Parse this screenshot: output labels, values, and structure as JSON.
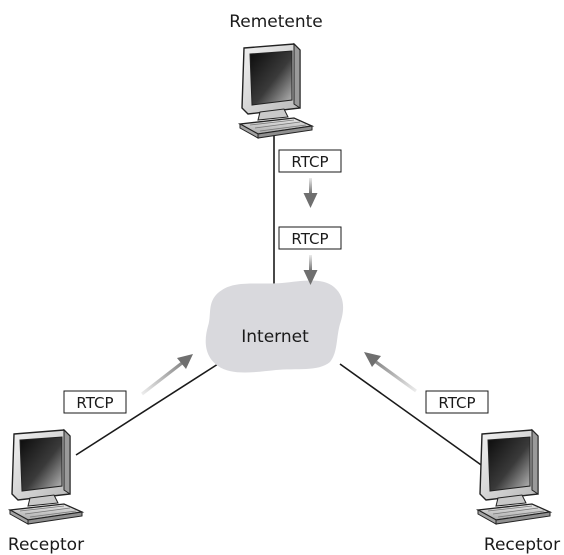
{
  "nodes": {
    "sender": {
      "label": "Remetente"
    },
    "receiver_left": {
      "label": "Receptor"
    },
    "receiver_right": {
      "label": "Receptor"
    }
  },
  "cloud": {
    "label": "Internet"
  },
  "packets": [
    {
      "label": "RTCP",
      "flow": "sender-to-internet"
    },
    {
      "label": "RTCP",
      "flow": "sender-to-internet"
    },
    {
      "label": "RTCP",
      "flow": "left-receiver-to-internet"
    },
    {
      "label": "RTCP",
      "flow": "right-receiver-to-internet"
    }
  ],
  "icons": {
    "computer": "desktop-computer-icon",
    "arrow": "gradient-arrow-icon",
    "network": "cloud-icon"
  },
  "colors": {
    "cloud_fill": "#d9d9dd",
    "line": "#1a1a1a",
    "arrow_dark": "#6f6f6f",
    "arrow_light": "#e6e6e6"
  }
}
